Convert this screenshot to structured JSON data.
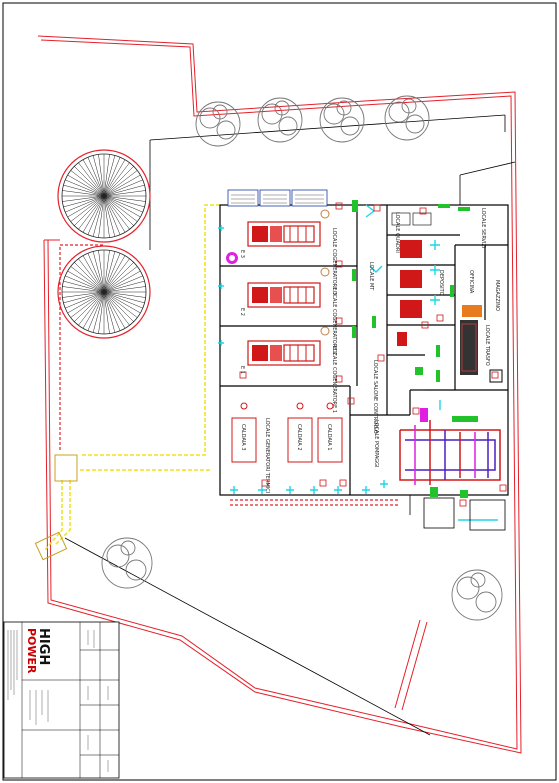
{
  "rooms": {
    "cogen3": "LOCALE COGENERATORE 3",
    "cogen2": "LOCALE COGENERATORE 2",
    "cogen1": "LOCALE COGENERATORE 1",
    "mt": "LOCALE MT",
    "controllo": "LOCALE SALONE CONTROLLO",
    "pompaggi": "LOCALE POMPAGGI",
    "magazzino": "MAGAZZINO",
    "officina": "OFFICINA",
    "trasfo": "LOCALE TRASFO",
    "servizi": "LOCALE SERVIZI",
    "caldaie": "LOCALE GENERATORI TERMICI",
    "deposito": "DEPOSITO",
    "quadri": "LOCALE QUADRI"
  },
  "equipment": {
    "caldaia3": "CALDAIA 3",
    "caldaia2": "CALDAIA 2",
    "caldaia1": "CALDAIA 1",
    "e1": "E 1",
    "e2": "E 2",
    "e3": "E 3"
  },
  "title_block": {
    "logo_line1": "HIGH",
    "logo_line2": "POWER"
  },
  "colors": {
    "boundary": "#e4202a",
    "walls": "#000000",
    "pipes_yellow": "#f2e21a",
    "green": "#22c32a",
    "cyan": "#1fd5e8",
    "equipment": "#d01818",
    "purple": "#4b1fbf",
    "magenta": "#e020e0"
  }
}
